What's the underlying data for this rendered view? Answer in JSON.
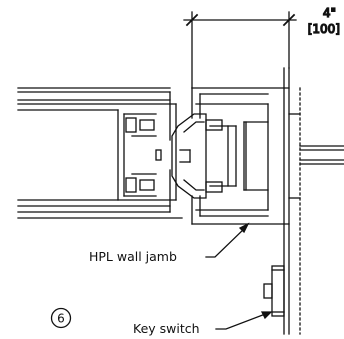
{
  "dimension": {
    "imperial": "4\"",
    "metric": "[100]"
  },
  "callouts": {
    "jamb": "HPL wall jamb",
    "switch": "Key switch"
  },
  "detail_number": "6"
}
